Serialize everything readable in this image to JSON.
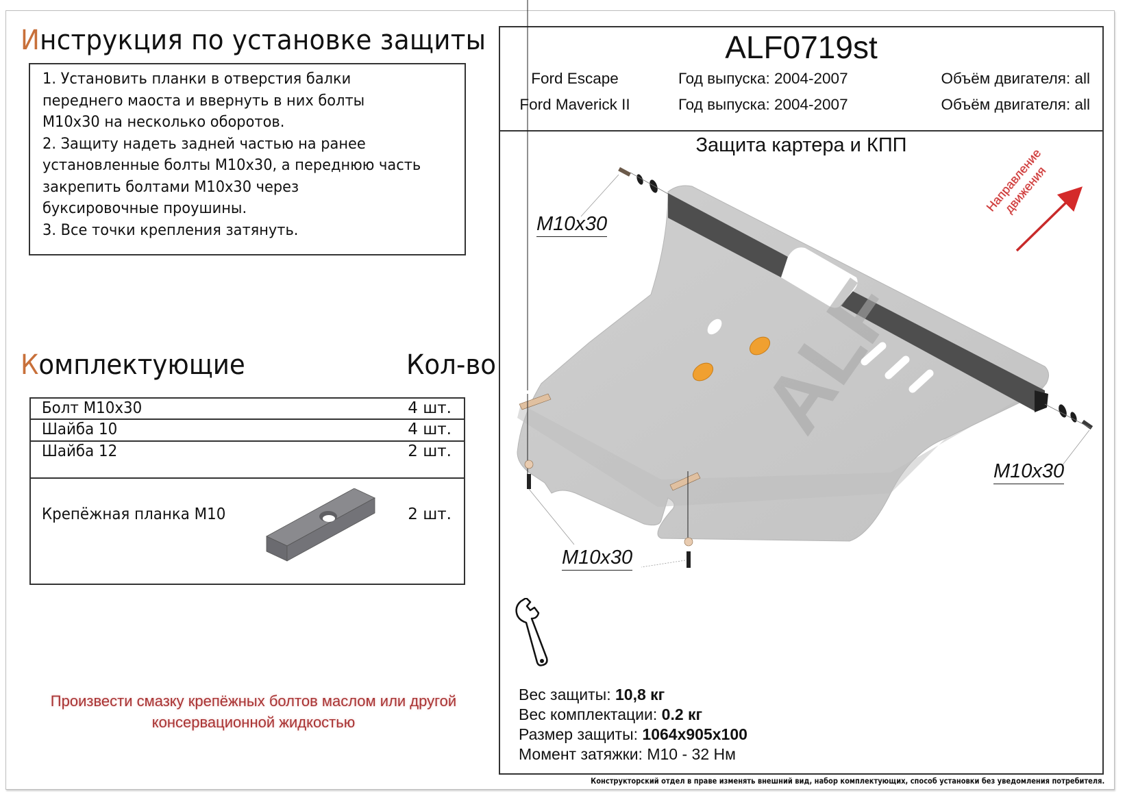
{
  "title": {
    "first_letter": "И",
    "rest": "нструкция по установке защиты"
  },
  "instructions": [
    "1.  Установить планки в отверстия балки",
    "переднего маоста и ввернуть в них болты",
    "М10х30 на несколько оборотов.",
    "2.  Защиту надеть задней частью на ранее",
    "установленные болты М10х30, а переднюю часть",
    "закрепить болтами М10х30 через",
    "буксировочные проушины.",
    "3.  Все точки крепления затянуть."
  ],
  "components": {
    "heading_first_letter": "К",
    "heading_rest": "омплектующие",
    "qty_heading": "Кол-во",
    "items": [
      {
        "name": "Болт М10х30",
        "qty": "4 шт."
      },
      {
        "name": "Шайба 10",
        "qty": "4 шт."
      },
      {
        "name": "Шайба 12",
        "qty": "2 шт."
      },
      {
        "name": "Крепёжная планка М10",
        "qty": "2 шт."
      }
    ]
  },
  "note": {
    "line1": "Произвести смазку крепёжных болтов маслом или другой",
    "line2": "консервационной жидкостью"
  },
  "product": {
    "code": "ALF0719st",
    "vehicles": [
      {
        "model": "Ford Escape",
        "year": "Год выпуска: 2004-2007",
        "engine": "Объём двигателя: all"
      },
      {
        "model": "Ford Maverick II",
        "year": "Год выпуска: 2004-2007",
        "engine": "Объём двигателя: all"
      }
    ],
    "drawing_title": "Защита картера и КПП"
  },
  "drawing": {
    "labels": {
      "top_left": "M10x30",
      "right": "M10x30",
      "bottom_left": "M10x30"
    },
    "direction_line1": "Направление",
    "direction_line2": "движения",
    "watermark": "ALF",
    "colors": {
      "plate": "#c9c9c9",
      "plate_dark": "#505050",
      "accent_orange": "#f0a030",
      "direction_red": "#d42a2a",
      "title_accent": "#c8703a",
      "note_red": "#a83232"
    }
  },
  "specs": [
    {
      "label": "Вес защиты: ",
      "value": "10,8 кг",
      "bold": true
    },
    {
      "label": "Вес комплектации: ",
      "value": "0.2 кг",
      "bold": true
    },
    {
      "label": "Размер защиты: ",
      "value": "1064x905x100",
      "bold": true
    },
    {
      "label": "Момент затяжки:  ",
      "value": "М10 - 32 Нм",
      "bold": false
    }
  ],
  "disclaimer": "Конструкторский отдел в праве изменять внешний вид, набор комплектующих, способ установки без уведомления потребителя."
}
